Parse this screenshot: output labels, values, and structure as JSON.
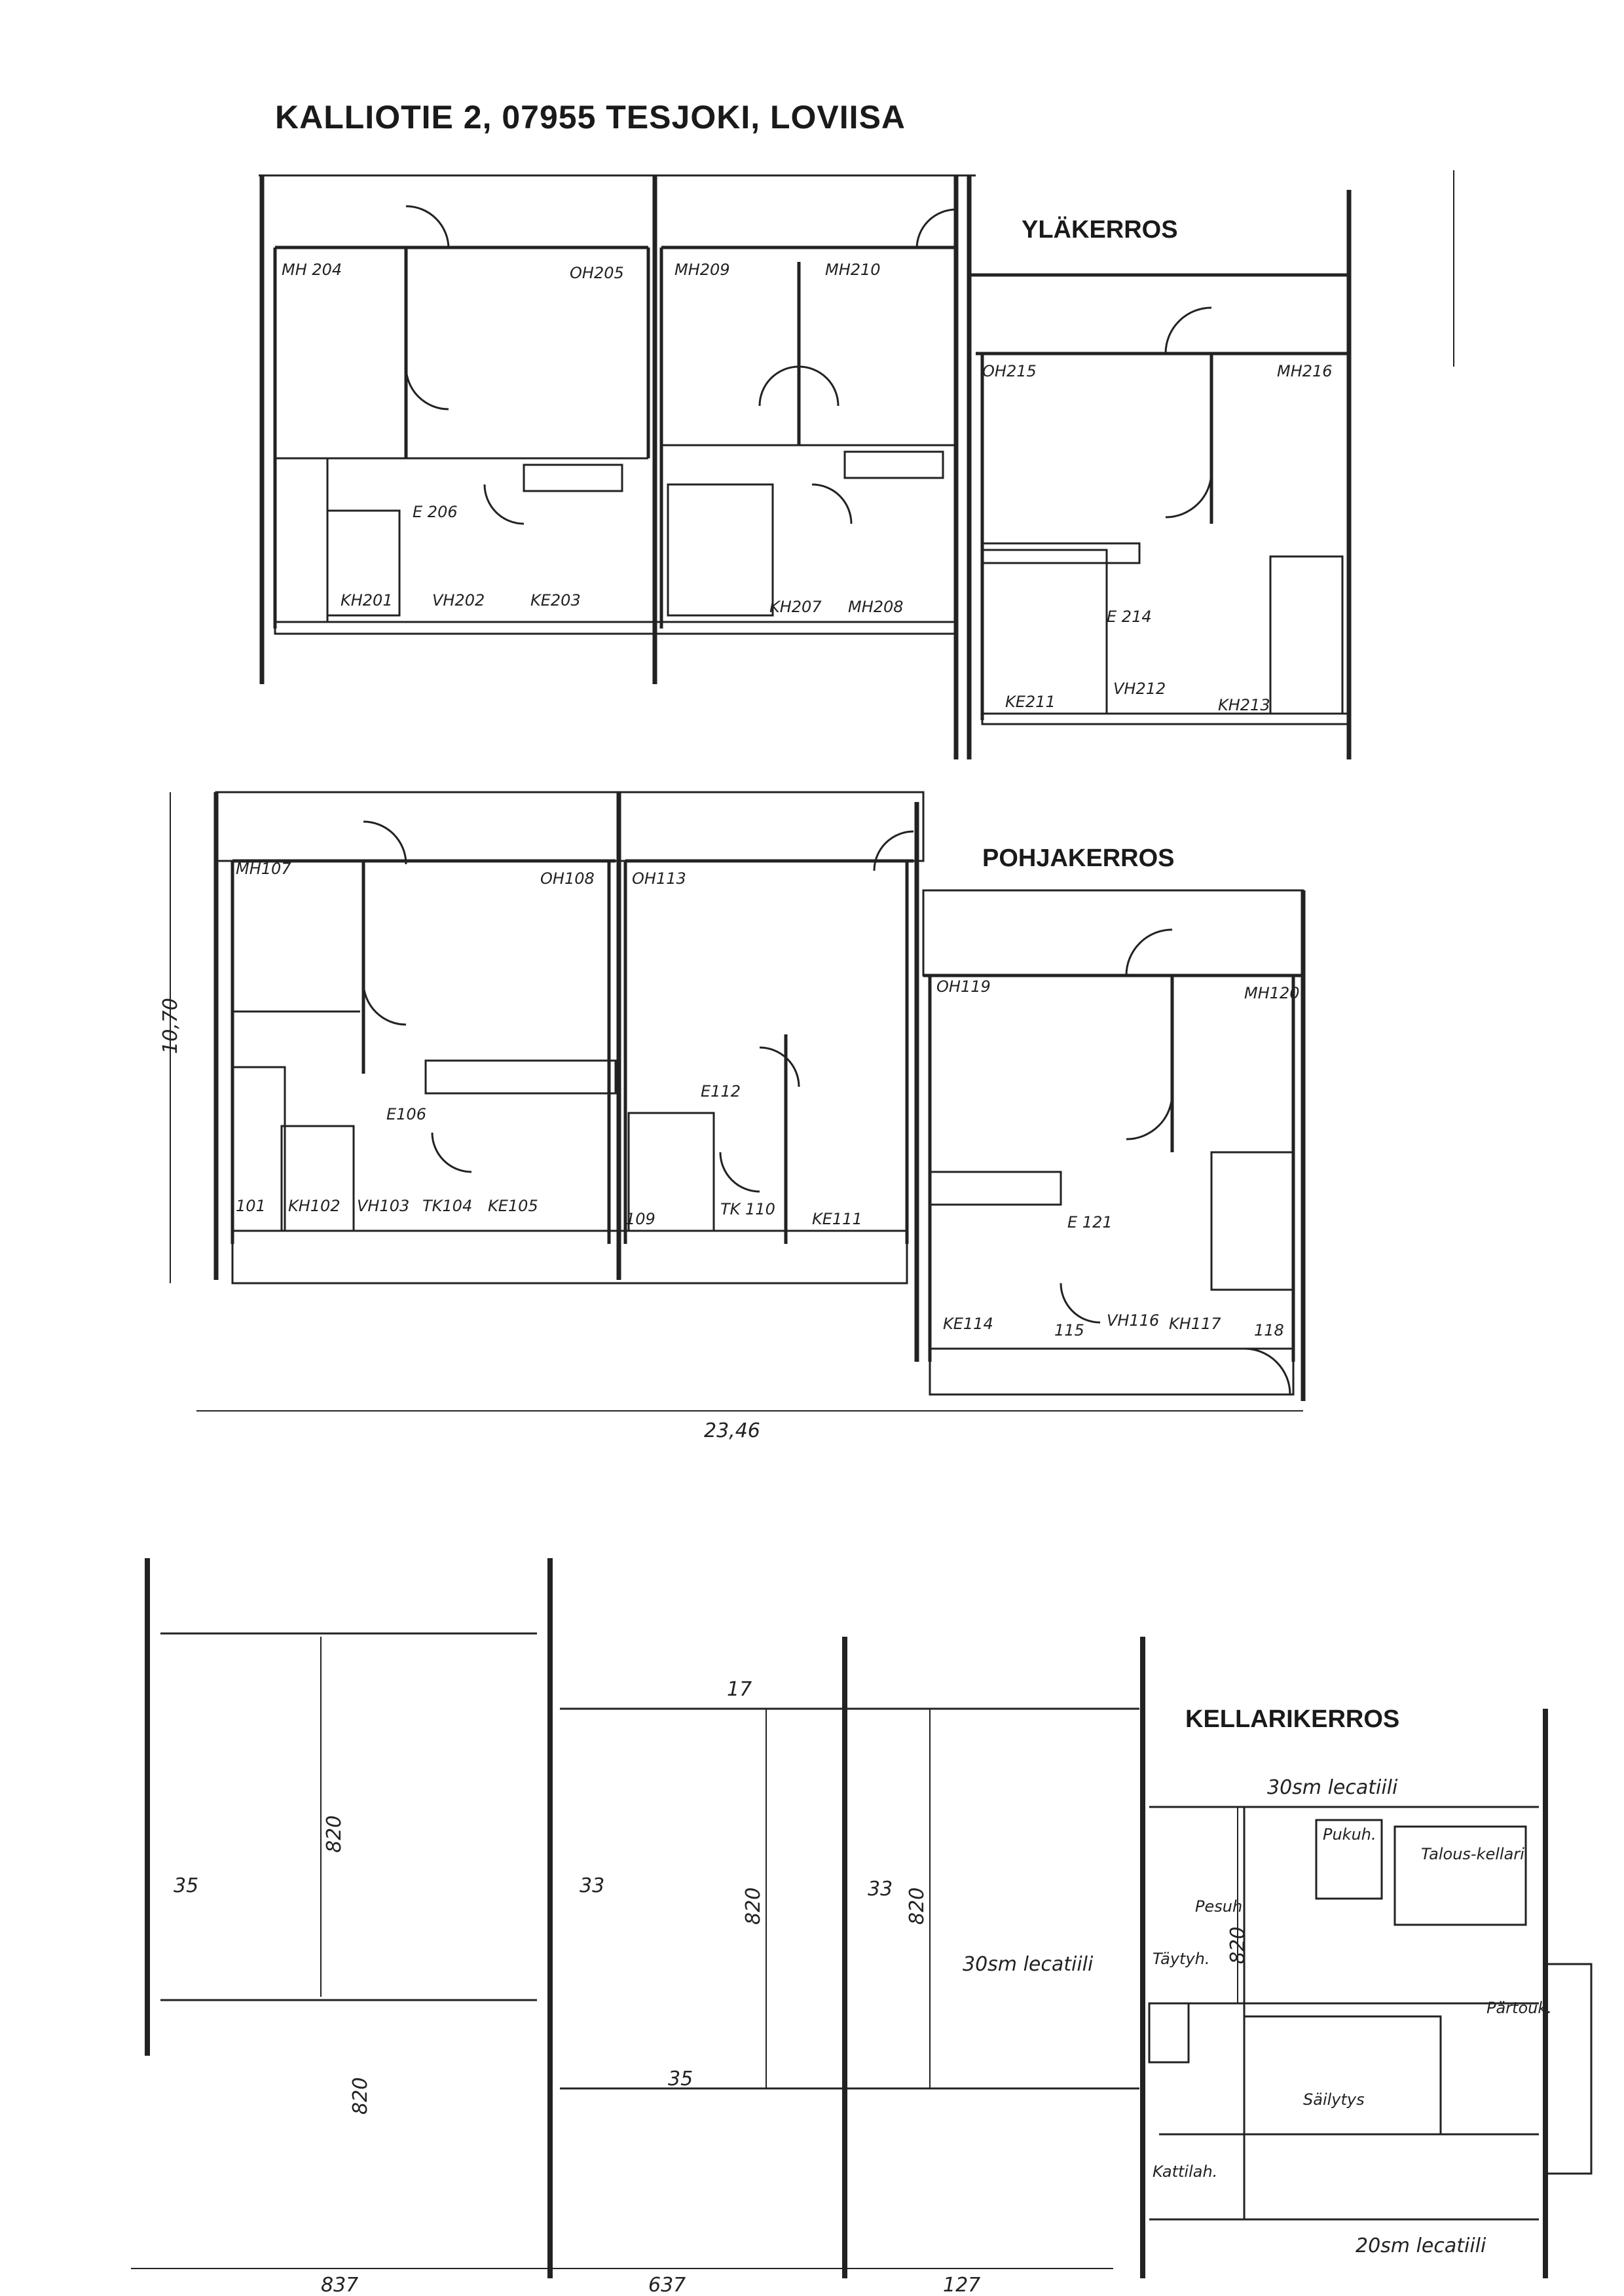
{
  "title": "KALLIOTIE 2, 07955 TESJOKI, LOVIISA",
  "floors": {
    "upper": {
      "label": "YLÄKERROS",
      "rooms": [
        "MH 204",
        "OH205",
        "MH209",
        "MH210",
        "OH215",
        "MH216",
        "E 206",
        "KH201",
        "VH202",
        "KE203",
        "KH207",
        "MH208",
        "E 214",
        "KE211",
        "VH212",
        "KH213"
      ]
    },
    "ground": {
      "label": "POHJAKERROS",
      "rooms": [
        "MH107",
        "OH108",
        "OH113",
        "OH119",
        "MH120",
        "E106",
        "E112",
        "101",
        "KH102",
        "VH103",
        "TK104",
        "KE105",
        "109",
        "TK 110",
        "KE111",
        "E 121",
        "KE114",
        "115",
        "VH116",
        "KH117",
        "118"
      ],
      "dims": {
        "height": "10,70",
        "width": "23,46"
      }
    },
    "basement": {
      "label": "KELLARIKERROS",
      "rooms": [
        "Pukuh.",
        "Talous-kellari",
        "Pesuh.",
        "Täytyh.",
        "Pärtouk.",
        "Säilytys",
        "Kattilah."
      ],
      "dims": [
        "820",
        "820",
        "820",
        "820",
        "820",
        "17",
        "35",
        "33",
        "33",
        "35",
        "837",
        "637",
        "127"
      ],
      "notes": [
        "30sm lecatiili",
        "30sm lecatiili",
        "20sm lecatiili"
      ]
    }
  }
}
